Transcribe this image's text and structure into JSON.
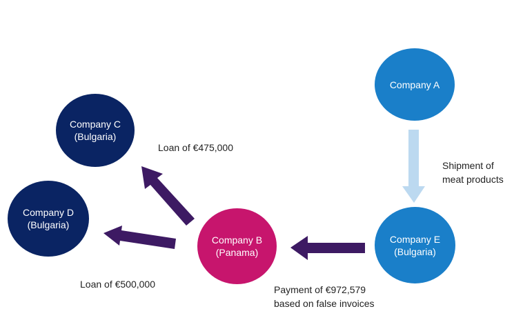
{
  "colors": {
    "light_blue": "#1a7fc9",
    "navy": "#0a2463",
    "magenta": "#c7156d",
    "arrow_purple": "#3d1a63",
    "arrow_light": "#bcd9f0"
  },
  "nodes": {
    "company_a": {
      "line1": "Company A",
      "line2": ""
    },
    "company_b": {
      "line1": "Company B",
      "line2": "(Panama)"
    },
    "company_c": {
      "line1": "Company C",
      "line2": "(Bulgaria)"
    },
    "company_d": {
      "line1": "Company D",
      "line2": "(Bulgaria)"
    },
    "company_e": {
      "line1": "Company E",
      "line2": "(Bulgaria)"
    }
  },
  "edges": {
    "shipment": {
      "line1": "Shipment of",
      "line2": "meat products"
    },
    "loan_c": {
      "line1": "Loan of €475,000"
    },
    "loan_d": {
      "line1": "Loan of €500,000"
    },
    "payment": {
      "line1": "Payment of €972,579",
      "line2": "based on false invoices"
    }
  }
}
